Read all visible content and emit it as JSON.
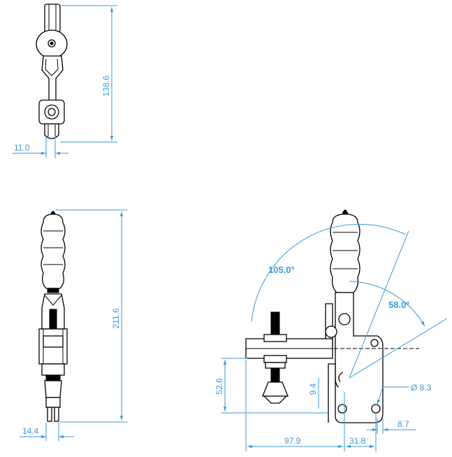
{
  "top_view": {
    "height_dim": "138.6",
    "width_dim": "11.0"
  },
  "front_view": {
    "height_dim": "211.6",
    "width_dim": "14.4"
  },
  "side_view": {
    "angle_open": "105.0°",
    "angle_release": "58.0°",
    "spindle_height_dim": "52.6",
    "pivot_offset_dim": "9.4",
    "hole_dia_dim": "Ø 8.3",
    "edge_offset_dim": "8.7",
    "reach_dim": "97.9",
    "base_width_dim": "31.8"
  },
  "colors": {
    "dimension": "#3a9ad9",
    "part_outline": "#000000"
  }
}
